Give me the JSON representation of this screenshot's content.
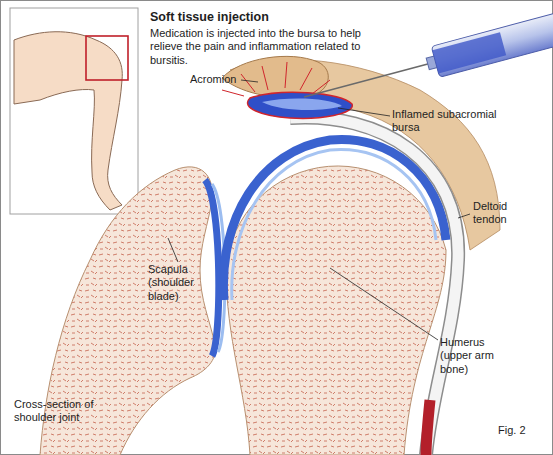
{
  "diagram": {
    "title": "Soft tissue injection",
    "caption": "Cross-section of shoulder joint",
    "labels": [
      "Medication is injected into the bursa to help relieve the pain and inflammation related to bursitis.",
      "Acromion",
      "Inflamed subacromial bursa",
      "Deltoid tendon",
      "Scapula (shoulder blade)",
      "Humerus (upper arm bone)",
      "Fig. 2"
    ]
  }
}
